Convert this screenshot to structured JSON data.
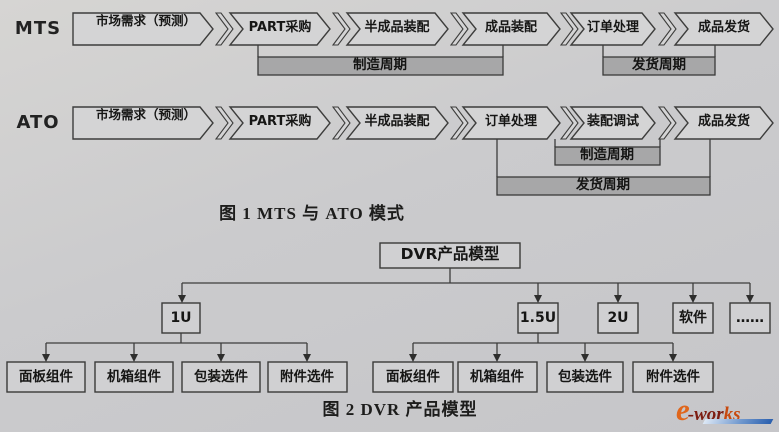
{
  "figure1": {
    "caption": "图 1 MTS 与 ATO 模式",
    "rows": [
      {
        "label": "MTS",
        "stages": [
          "市场需求（预测）",
          "PART采购",
          "半成品装配",
          "成品装配",
          "订单处理",
          "成品发货"
        ],
        "bars": [
          "制造周期",
          "发货周期"
        ]
      },
      {
        "label": "ATO",
        "stages": [
          "市场需求（预测）",
          "PART采购",
          "半成品装配",
          "订单处理",
          "装配调试",
          "成品发货"
        ],
        "bars": [
          "制造周期",
          "发货周期"
        ]
      }
    ]
  },
  "figure2": {
    "caption": "图 2 DVR 产品模型",
    "root": "DVR产品模型",
    "level2": [
      "1U",
      "1.5U",
      "2U",
      "软件",
      "……"
    ],
    "level3_left": [
      "面板组件",
      "机箱组件",
      "包装选件",
      "附件选件"
    ],
    "level3_right": [
      "面板组件",
      "机箱组件",
      "包装选件",
      "附件选件"
    ]
  },
  "watermark": {
    "e": "e",
    "wor": "-wor",
    "ks": "ks"
  },
  "colors": {
    "paper": "#cbcbcd",
    "shape_fill": "#d4d4d5",
    "bar_fill": "#a7a7a8",
    "line": "#3d3d3c",
    "logo_orange": "#e0661c",
    "logo_maroon": "#7d1d12",
    "logo_blue": "#2a5fae"
  }
}
